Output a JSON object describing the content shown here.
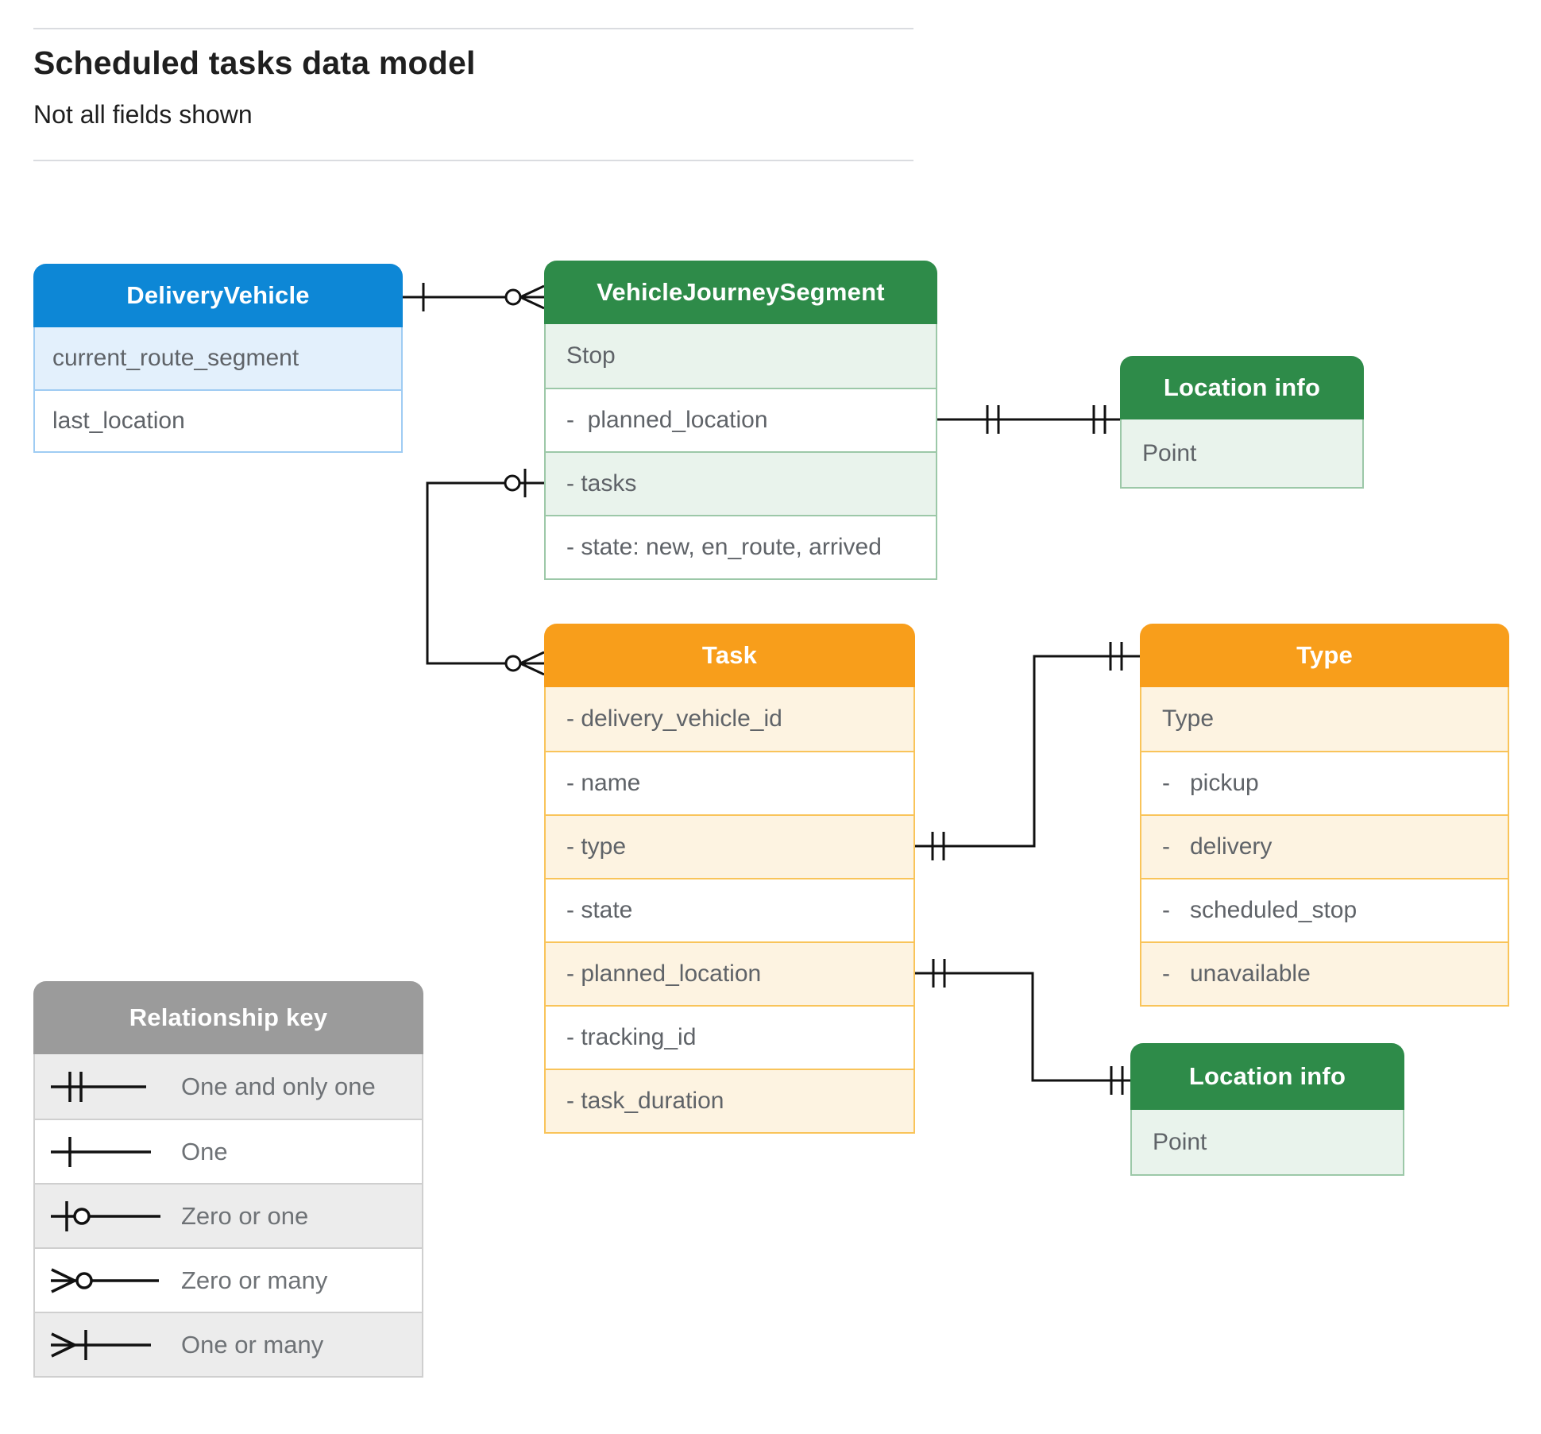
{
  "page": {
    "title": "Scheduled tasks data model",
    "subtitle": "Not all fields shown"
  },
  "colors": {
    "blue_header": "#0d87d6",
    "blue_row": "#e3f0fc",
    "blue_border": "#9fccf3",
    "green_header": "#2e8b49",
    "green_row": "#e9f3ec",
    "green_border": "#9cc8a8",
    "orange_header": "#f89e1b",
    "orange_row": "#fdf3e1",
    "orange_border": "#f9c45a",
    "gray_header": "#9b9b9b",
    "gray_row": "#ececec",
    "gray_border": "#cfcfcf",
    "connector_line": "#111111",
    "row_text": "#5f6368"
  },
  "entities": {
    "delivery_vehicle": {
      "title": "DeliveryVehicle",
      "rows": [
        "current_route_segment",
        "last_location"
      ]
    },
    "vehicle_journey_segment": {
      "title": "VehicleJourneySegment",
      "rows": [
        "Stop",
        "-  planned_location",
        "- tasks",
        "- state: new, en_route, arrived"
      ]
    },
    "location_info_top": {
      "title": "Location info",
      "rows": [
        "Point"
      ]
    },
    "task": {
      "title": "Task",
      "rows": [
        "- delivery_vehicle_id",
        "- name",
        "- type",
        "- state",
        "- planned_location",
        "- tracking_id",
        "- task_duration"
      ]
    },
    "type": {
      "title": "Type",
      "rows": [
        "Type",
        "-   pickup",
        "-   delivery",
        "-   scheduled_stop",
        "-   unavailable"
      ]
    },
    "location_info_bottom": {
      "title": "Location info",
      "rows": [
        "Point"
      ]
    }
  },
  "legend": {
    "title": "Relationship key",
    "items": [
      {
        "icon": "one-and-only-one-icon",
        "label": "One and only one"
      },
      {
        "icon": "one-icon",
        "label": "One"
      },
      {
        "icon": "zero-or-one-icon",
        "label": "Zero or one"
      },
      {
        "icon": "zero-or-many-icon",
        "label": "Zero or many"
      },
      {
        "icon": "one-or-many-icon",
        "label": "One or many"
      }
    ]
  }
}
